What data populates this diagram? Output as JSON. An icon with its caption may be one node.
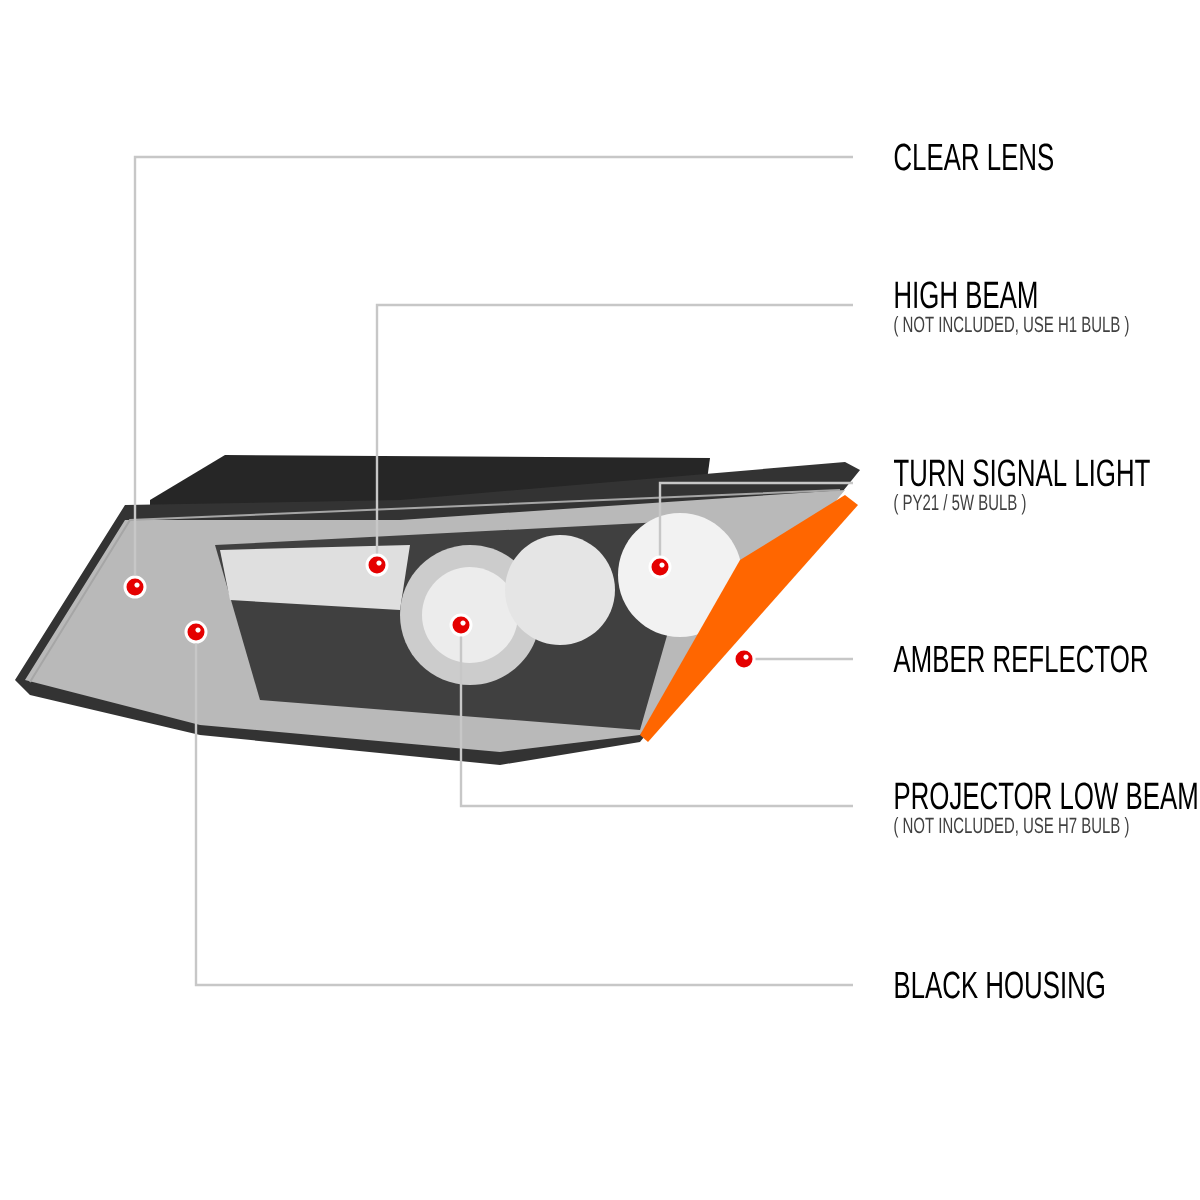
{
  "diagram": {
    "nodes": [
      {
        "text": [
          "CLEAR LENS"
        ]
      },
      {
        "text": [
          "HIGH BEAM",
          "( NOT INCLUDED, USE H1 BULB )"
        ]
      },
      {
        "text": [
          "TURN SIGNAL LIGHT",
          "( PY21 / 5W BULB )"
        ]
      },
      {
        "text": [
          "AMBER REFLECTOR"
        ]
      },
      {
        "text": [
          "PROJECTOR LOW BEAM",
          "( NOT INCLUDED, USE H7 BULB )"
        ]
      },
      {
        "text": [
          "BLACK HOUSING"
        ]
      },
      {
        "text": [],
        "shape": "circle"
      },
      {
        "text": [],
        "shape": "circle"
      },
      {
        "text": [],
        "shape": "circle"
      },
      {
        "text": [],
        "shape": "circle"
      },
      {
        "text": [],
        "shape": "circle"
      },
      {
        "text": [],
        "shape": "circle"
      }
    ],
    "edges": [
      {
        "from": 0,
        "to": 6,
        "arrow": "none"
      },
      {
        "from": 1,
        "to": 8,
        "arrow": "none"
      },
      {
        "from": 2,
        "to": 10,
        "arrow": "none"
      },
      {
        "from": 3,
        "to": 11,
        "arrow": "none"
      },
      {
        "from": 4,
        "to": 9,
        "arrow": "none"
      },
      {
        "from": 5,
        "to": 7,
        "arrow": "none"
      }
    ]
  }
}
